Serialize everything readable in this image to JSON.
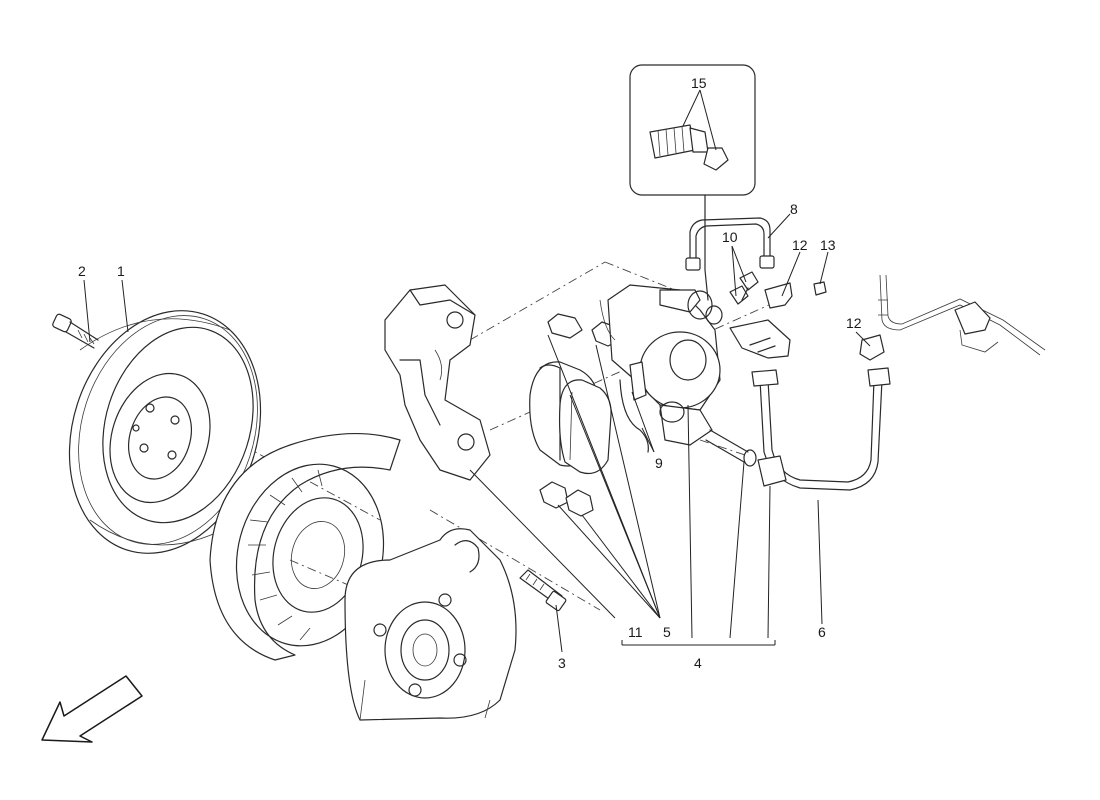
{
  "callouts": {
    "c1": "1",
    "c2": "2",
    "c3": "3",
    "c4": "4",
    "c5": "5",
    "c6": "6",
    "c8": "8",
    "c9": "9",
    "c10": "10",
    "c11": "11",
    "c12a": "12",
    "c12b": "12",
    "c13": "13",
    "c15": "15"
  },
  "style": {
    "line_color": "#2a2a2a",
    "background": "#ffffff"
  },
  "icons": {
    "direction_arrow": "front-direction-arrow-icon"
  }
}
